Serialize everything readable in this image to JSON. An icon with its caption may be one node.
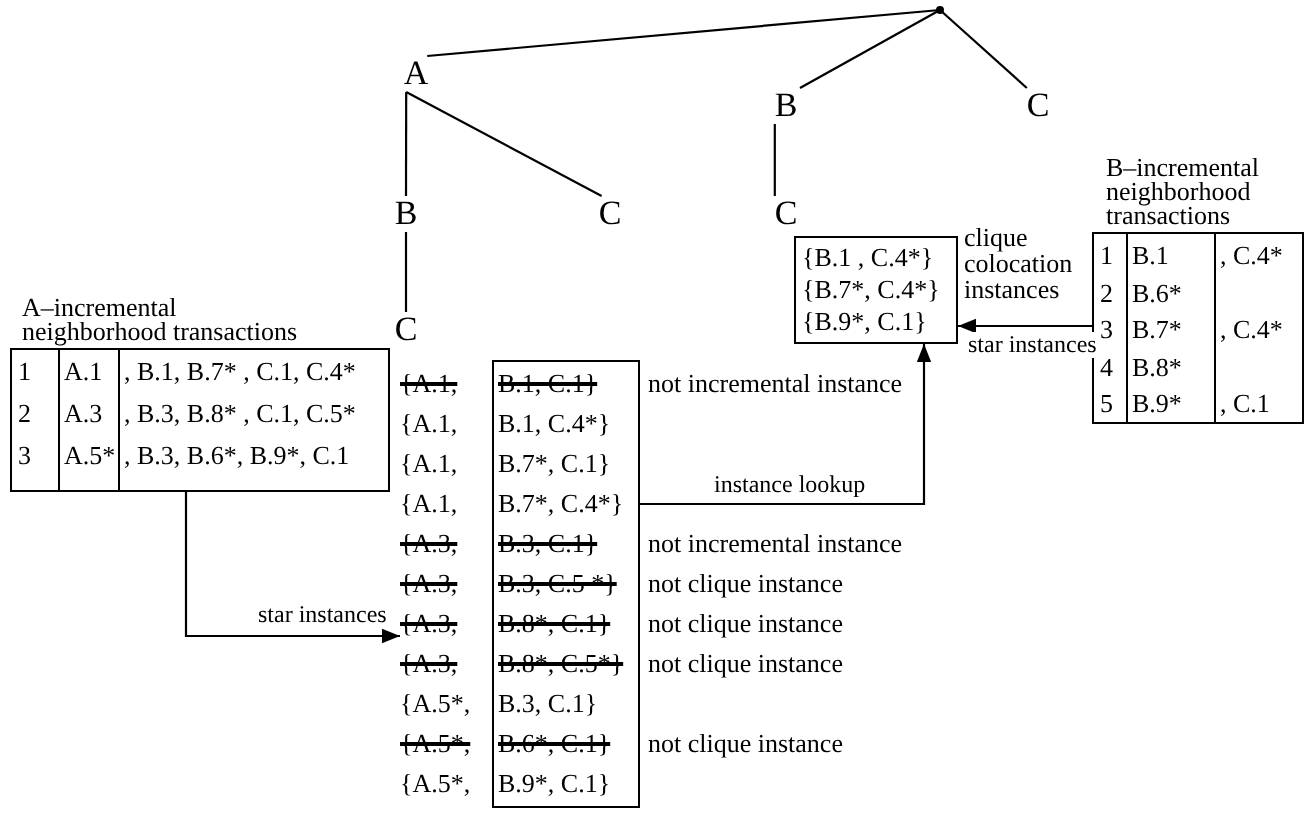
{
  "diagram": {
    "nodes": [
      {
        "text": [],
        "shape": "dot"
      },
      {
        "text": [
          "A"
        ]
      },
      {
        "text": [
          "B"
        ]
      },
      {
        "text": [
          "C"
        ]
      },
      {
        "text": [
          "B"
        ]
      },
      {
        "text": [
          "C"
        ]
      },
      {
        "text": [
          "C"
        ]
      },
      {
        "text": [
          "C"
        ]
      },
      {
        "text": [
          "{B.1 , C.4*}",
          "{B.7*, C.4*}",
          "{B.9*, C.1}"
        ],
        "beside": [
          "clique colocation instances"
        ]
      },
      {
        "text": [
          "B–incremental neighborhood transactions"
        ]
      },
      {
        "text": [
          "A–incremental neighborhood transactions"
        ]
      },
      {
        "text": [
          "{A.1,",
          "B.1, C.1}",
          "{A.1,",
          "B.1, C.4*}",
          "{A.1,",
          "B.7*, C.1}",
          "{A.1,",
          "B.7*, C.4*}",
          "{A.3,",
          "B.3, C.1}",
          "{A.3,",
          "B.3, C.5 *}",
          "{A.3,",
          "B.8*, C.1}",
          "{A.3,",
          "B.8*, C.5*}",
          "{A.5*,",
          "B.3, C.1}",
          "{A.5*,",
          "B.6*, C.1}",
          "{A.5*,",
          "B.9*, C.1}"
        ]
      }
    ],
    "edges": [
      {
        "from": 0,
        "to": 1,
        "arrow": "none"
      },
      {
        "from": 0,
        "to": 2,
        "arrow": "none"
      },
      {
        "from": 0,
        "to": 3,
        "arrow": "none"
      },
      {
        "from": 1,
        "to": 4,
        "arrow": "none"
      },
      {
        "from": 1,
        "to": 5,
        "arrow": "none"
      },
      {
        "from": 2,
        "to": 6,
        "arrow": "none"
      },
      {
        "from": 4,
        "to": 7,
        "arrow": "none"
      },
      {
        "from": 10,
        "to": 11,
        "arrow": "to",
        "label": "star instances"
      },
      {
        "from": 11,
        "to": 8,
        "arrow": "to",
        "label": "instance lookup"
      },
      {
        "from": 9,
        "to": 8,
        "arrow": "to",
        "label": "star instances"
      }
    ],
    "labels": [
      "1",
      "B.1",
      ", C.4*",
      "2",
      "B.6*",
      "3",
      "B.7*",
      ", C.4*",
      "4",
      "B.8*",
      "5",
      "B.9*",
      ", C.1",
      "1",
      "A.1",
      ", B.1, B.7* , C.1, C.4*",
      "2",
      "A.3",
      ", B.3, B.8* , C.1, C.5*",
      "3",
      "A.5*",
      ", B.3, B.6*, B.9*, C.1",
      "not incremental instance",
      "not incremental instance",
      "not clique instance",
      "not clique instance",
      "not clique instance",
      "not clique instance"
    ]
  }
}
